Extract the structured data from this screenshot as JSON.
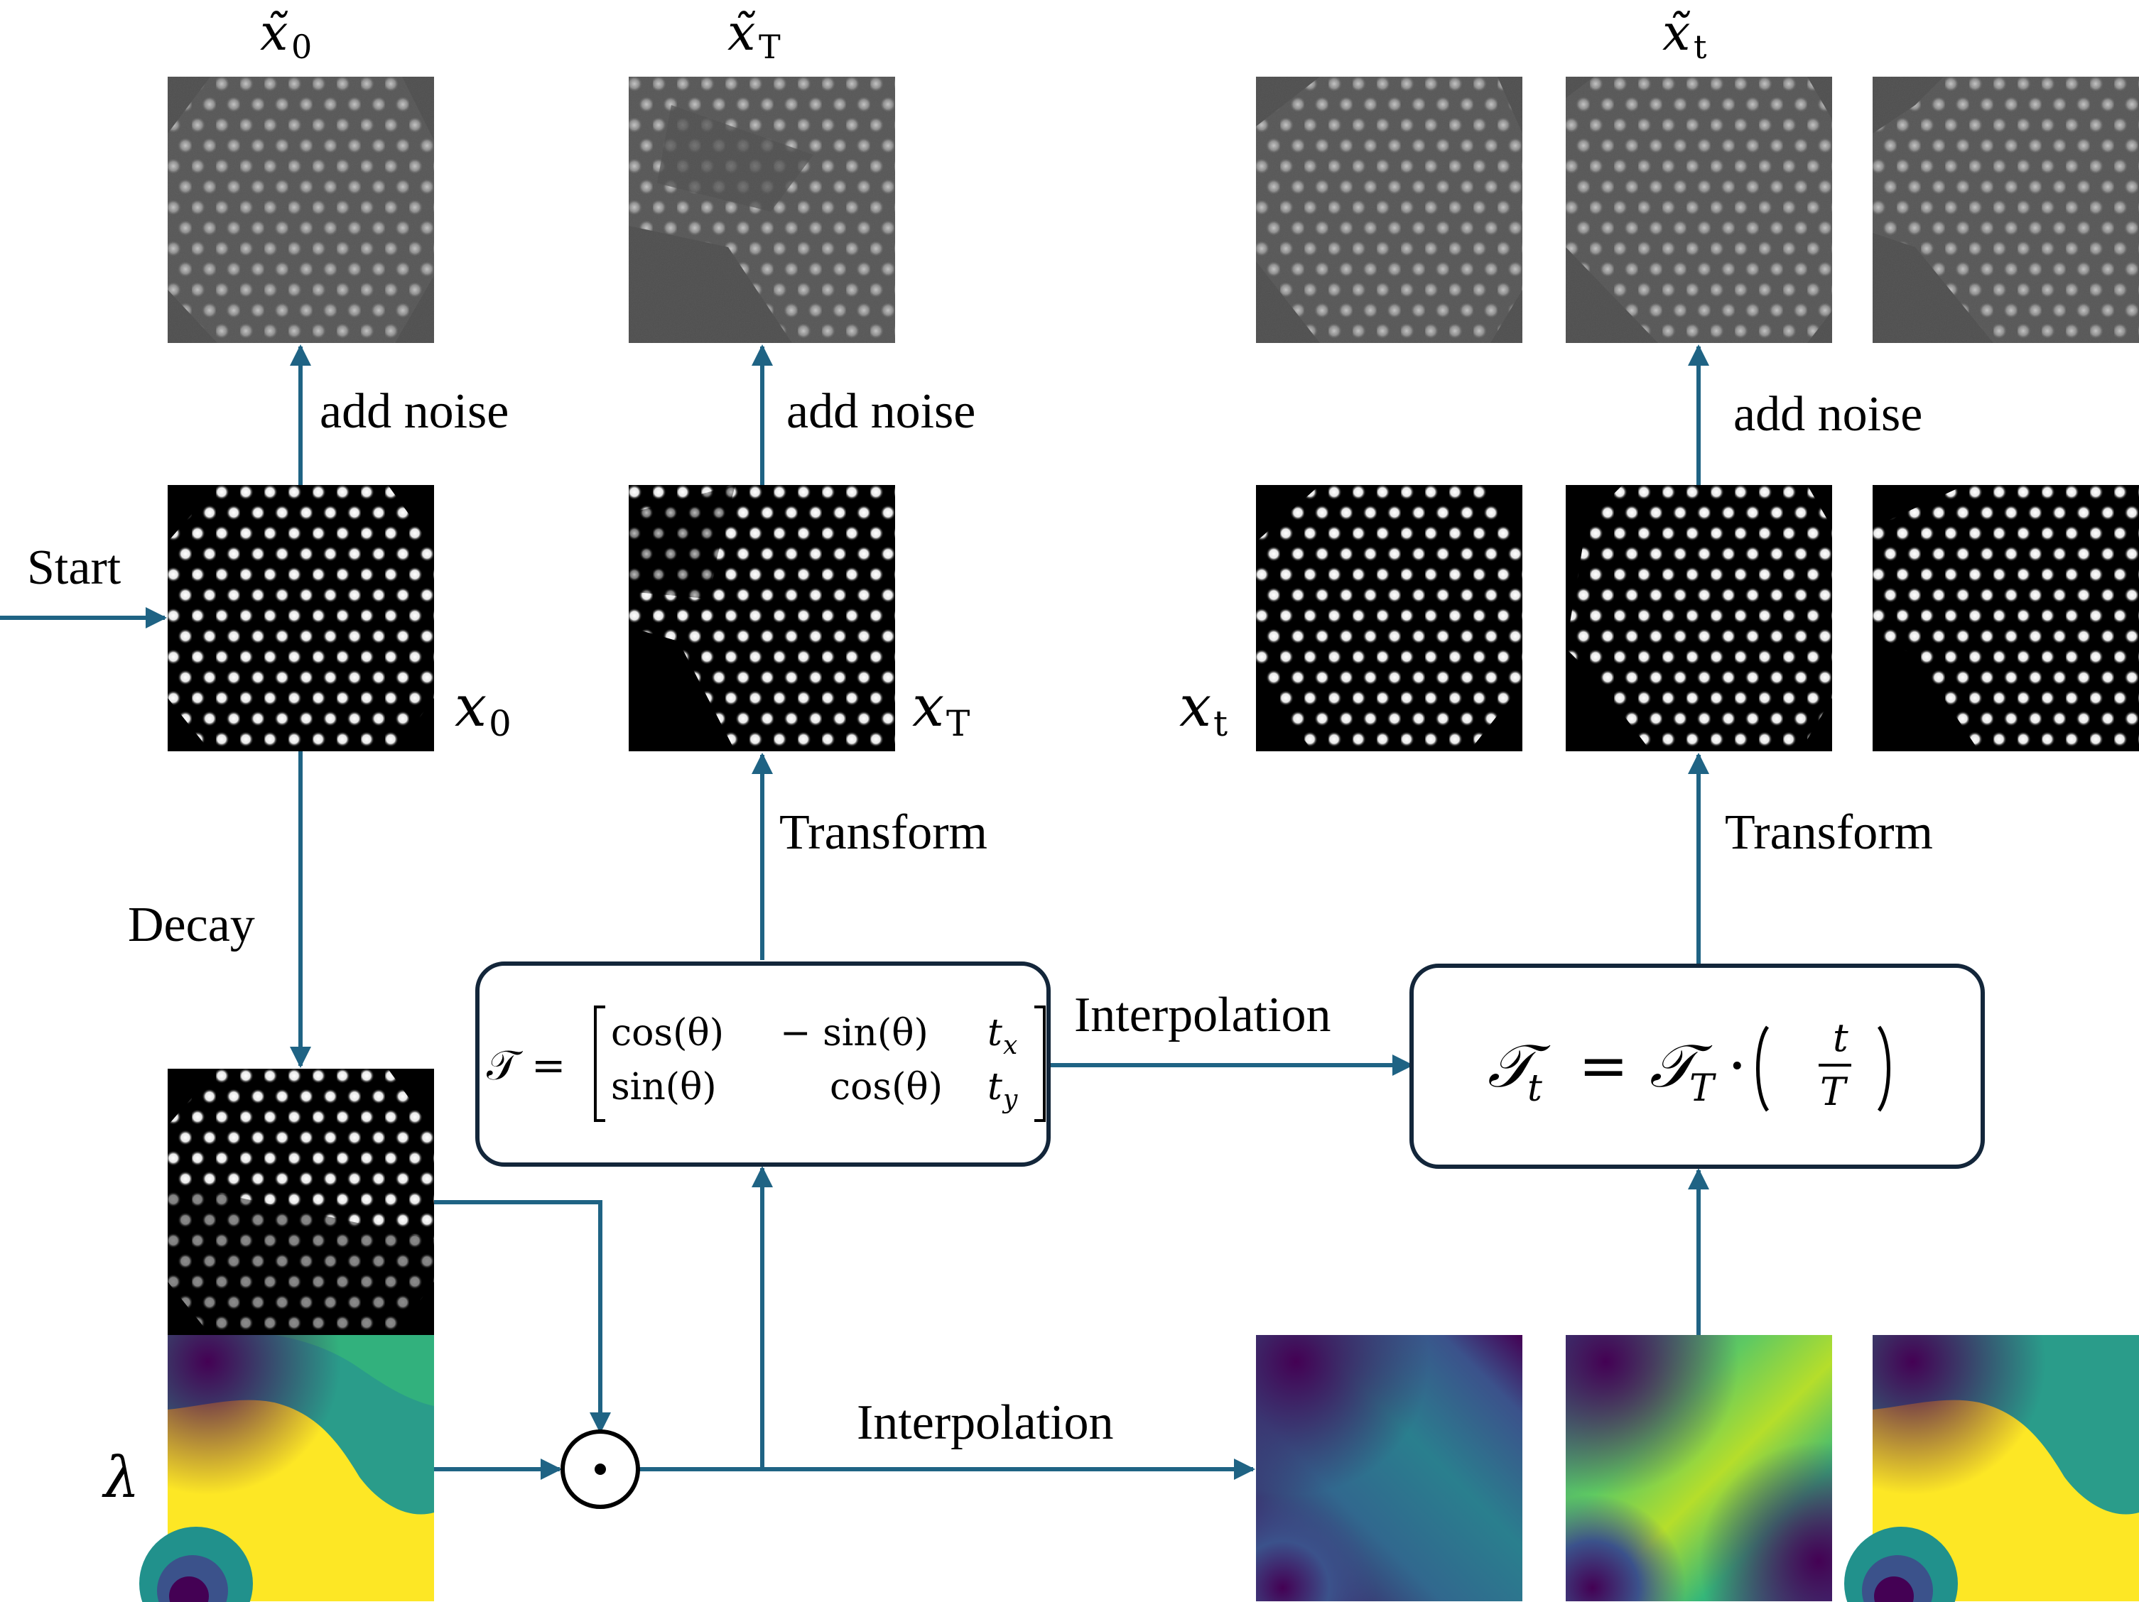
{
  "labels": {
    "start": "Start",
    "decay": "Decay",
    "add_noise_1": "add noise",
    "add_noise_2": "add noise",
    "add_noise_3": "add noise",
    "transform_1": "Transform",
    "transform_2": "Transform",
    "interpolation_top": "Interpolation",
    "interpolation_bottom": "Interpolation"
  },
  "math": {
    "x0_tilde": "x̃",
    "x0_tilde_sub": "0",
    "xT_tilde": "x̃",
    "xT_tilde_sub": "T",
    "xt_tilde": "x̃",
    "xt_tilde_sub": "t",
    "x0": "x",
    "x0_sub": "0",
    "xT": "x",
    "xT_sub": "T",
    "xt": "x",
    "xt_sub": "t",
    "lambda": "λ",
    "hadamard": "⊙"
  },
  "matrix": {
    "lhs": "𝒯 =",
    "row1": [
      "cos(θ)",
      "− sin(θ)",
      "t"
    ],
    "row1_sub": "x",
    "row2": [
      "sin(θ)",
      "cos(θ)",
      "t"
    ],
    "row2_sub": "y"
  },
  "formula": {
    "lhs": "𝒯",
    "lhs_sub": "t",
    "eq": "=",
    "rhs": "𝒯",
    "rhs_sub": "T",
    "dot": "·",
    "frac_num": "t",
    "frac_den": "T"
  },
  "colors": {
    "arrow": "#1f6384",
    "box_border": "#13263a",
    "viridis_dark": "#440154",
    "viridis_mid": "#21908d",
    "viridis_yellow": "#fde725"
  }
}
